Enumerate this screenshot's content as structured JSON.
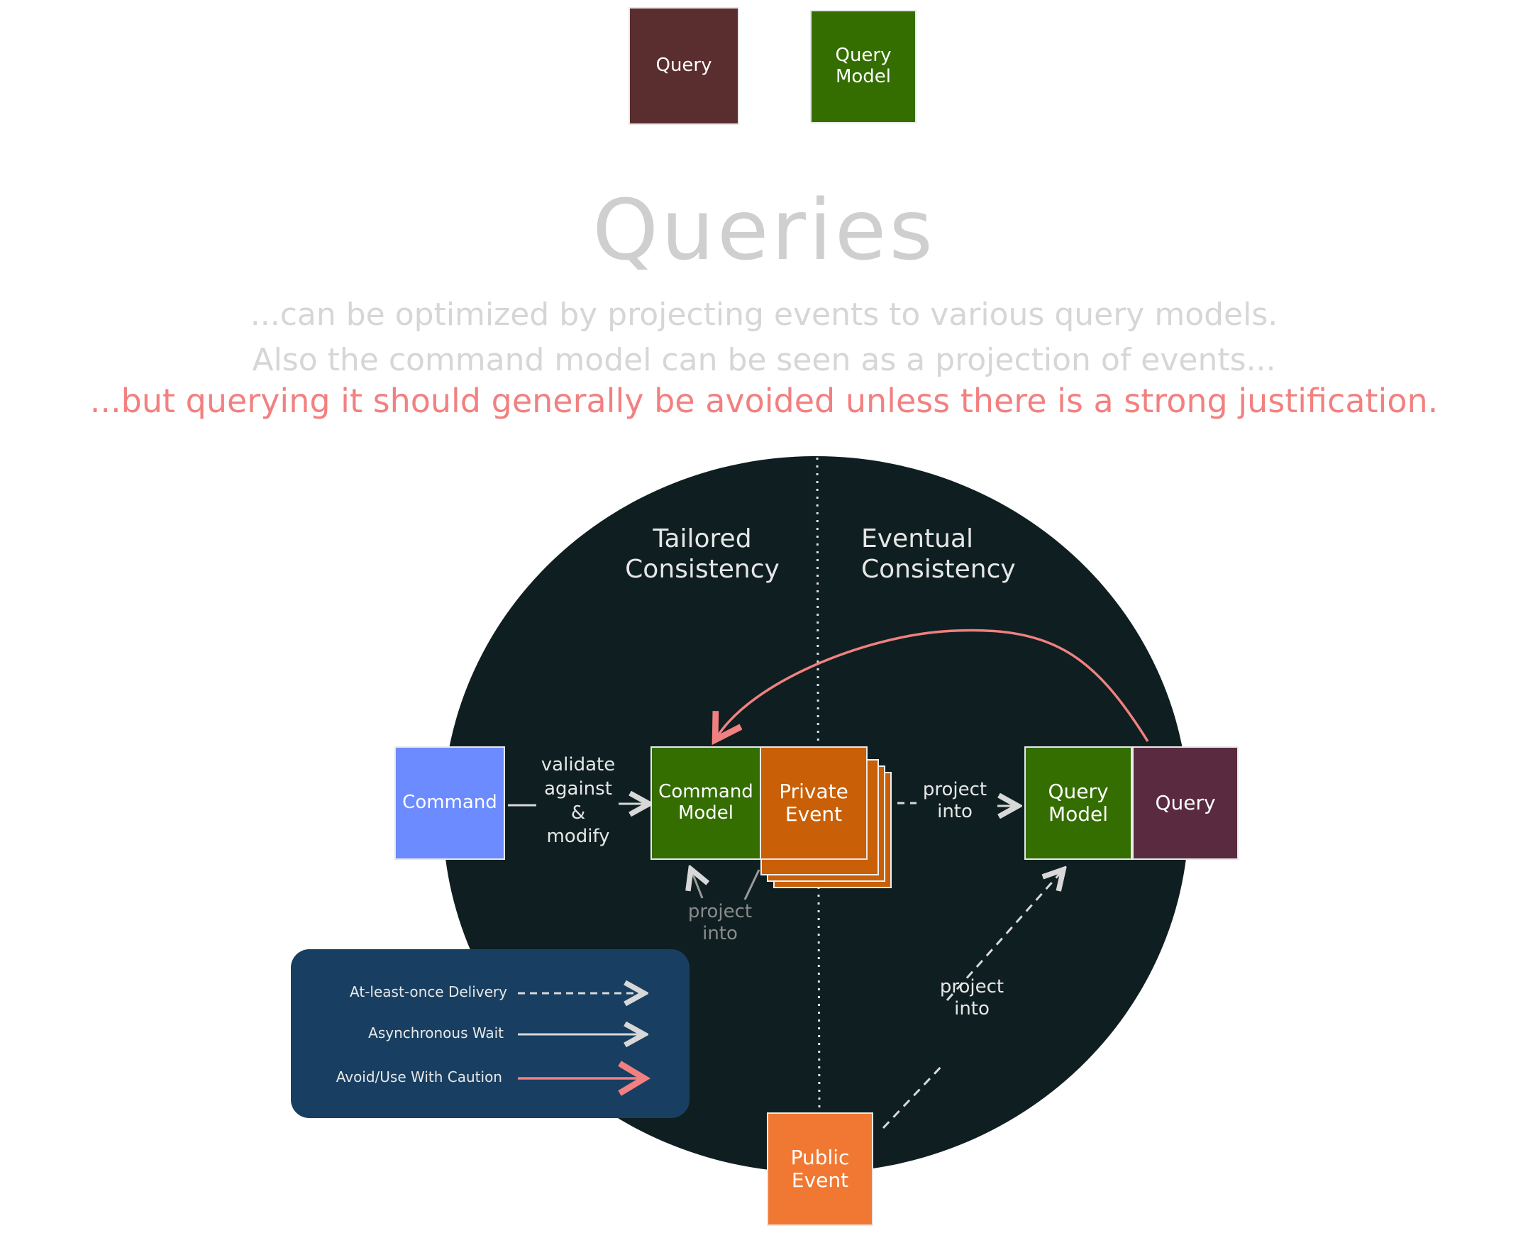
{
  "legend_top": {
    "query_label": "Query",
    "query_model_label": "Query\nModel"
  },
  "header": {
    "title": "Queries",
    "line1": "...can be optimized by projecting events to various query models.",
    "line2": "Also the command model can be seen as a projection of events...",
    "line3": "...but querying it should generally be avoided unless there is a strong justification."
  },
  "diagram": {
    "tailored": "Tailored\nConsistency",
    "eventual": "Eventual\nConsistency",
    "command": "Command",
    "validate": "validate\nagainst\n&\nmodify",
    "command_model": "Command\nModel",
    "private_event": "Private\nEvent",
    "project_into_1": "project\ninto",
    "project_into_2": "project\ninto",
    "project_into_3": "project\ninto",
    "query_model": "Query\nModel",
    "query": "Query",
    "public_event": "Public\nEvent"
  },
  "legend": {
    "item1": "At-least-once Delivery",
    "item2": "Asynchronous Wait",
    "item3": "Avoid/Use With Caution"
  },
  "colors": {
    "query": "#5a2d2e",
    "query_model": "#346d00",
    "command": "#6b8bff",
    "private_event": "#c95f06",
    "public_event": "#f07832",
    "circle": "#0f1f21",
    "legend_bg": "#183f61",
    "accent_red": "#f28080",
    "query_right": "#5a2a40"
  }
}
